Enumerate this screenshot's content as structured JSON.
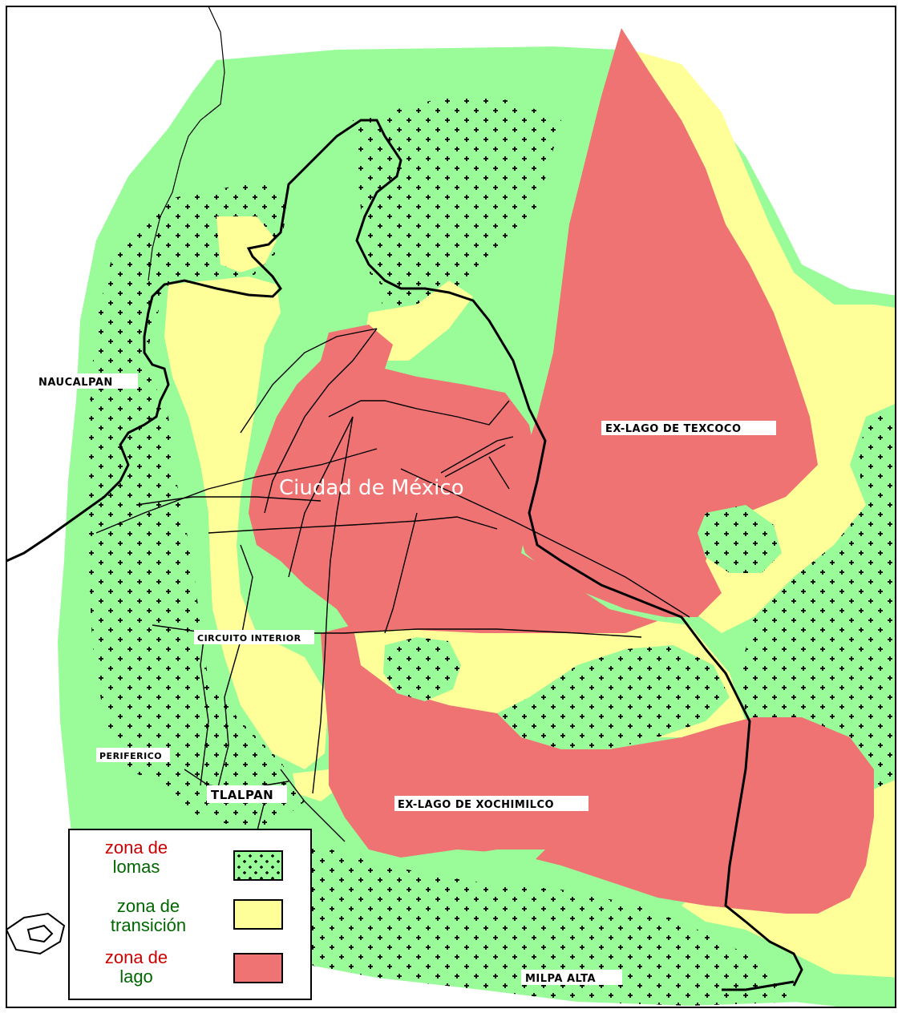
{
  "map": {
    "colors": {
      "lomas_fill": "#99fc99",
      "transicion_fill": "#ffff9a",
      "lago_fill": "#ef7373",
      "dot_color": "#000000",
      "boundary_color": "#000000",
      "legend_text_red": "#cc0000",
      "legend_text_green": "#006600",
      "background": "#ffffff"
    },
    "labels": {
      "city": "Ciudad de México",
      "naucalpan": "NAUCALPAN",
      "texcoco": "EX-LAGO DE TEXCOCO",
      "circuito": "CIRCUITO INTERIOR",
      "periferico": "PERIFERICO",
      "tlalpan": "TLALPAN",
      "xochimilco": "EX-LAGO DE XOCHIMILCO",
      "milpa_alta": "MILPA ALTA"
    },
    "legend": {
      "items": [
        {
          "line1": "zona de",
          "line2": "lomas",
          "swatch": "lomas-pattern-icon"
        },
        {
          "line1": "zona de",
          "line2": "transición",
          "swatch": "transicion-swatch-icon"
        },
        {
          "line1": "zona de",
          "line2": "lago",
          "swatch": "lago-swatch-icon"
        }
      ]
    }
  }
}
